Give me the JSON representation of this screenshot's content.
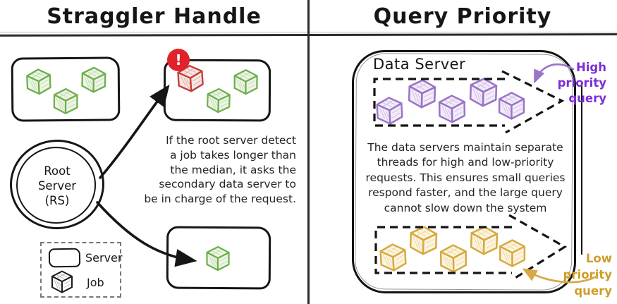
{
  "titles": {
    "left": "Straggler Handle",
    "right": "Query Priority"
  },
  "left_panel": {
    "alert_glyph": "!",
    "root_server_label": "Root\nServer\n(RS)",
    "explanation": "If the root server detect\na job takes longer than\nthe median, it asks the\nsecondary data server to\nbe in charge of the request.",
    "legend": {
      "server_label": "Server",
      "job_label": "Job"
    }
  },
  "right_panel": {
    "container_label": "Data Server",
    "description": "The data servers maintain separate\nthreads for high and low-priority\nrequests. This ensures small queries\nrespond faster, and the large query\ncannot slow down the system",
    "high_priority_label": "High priority\nquery",
    "low_priority_label": "Low priority\nquery"
  },
  "colors": {
    "ink": "#1a1a1a",
    "ink_fill": "#ffffff",
    "green": "#6fae4e",
    "green_fill": "#edf5e6",
    "red": "#c2403a",
    "red_fill": "#f8e6e4",
    "alert_red": "#e0222a",
    "purple": "#9a74c8",
    "purple_fill": "#f2ecf8",
    "purple_text": "#7b2fd4",
    "gold": "#d6aa43",
    "gold_fill": "#fcf4df",
    "gold_text": "#cf9e2a"
  },
  "cubes": {
    "healthy_box": [
      "green",
      "green",
      "green"
    ],
    "straggler_box": [
      "red",
      "green",
      "green"
    ],
    "secondary_box": [
      "green"
    ],
    "high_queue": [
      "purple",
      "purple",
      "purple",
      "purple",
      "purple"
    ],
    "low_queue": [
      "gold",
      "gold",
      "gold",
      "gold",
      "gold"
    ],
    "legend": [
      "ink"
    ]
  }
}
